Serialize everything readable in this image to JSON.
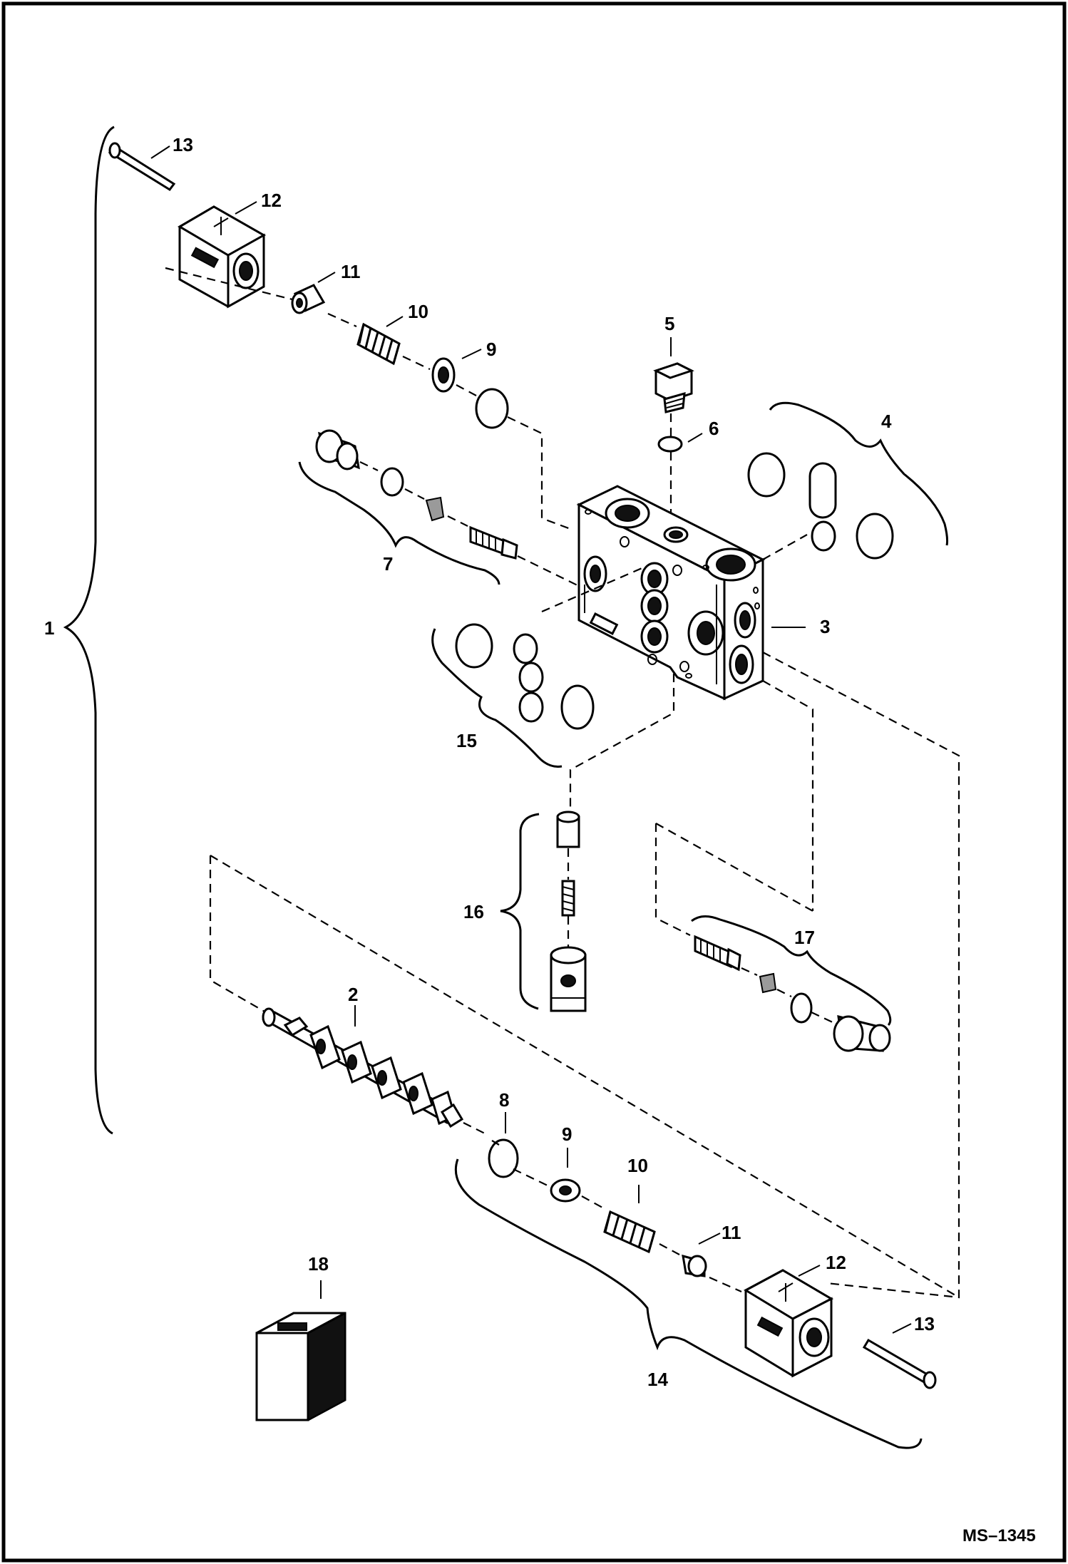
{
  "drawing_ref": "MS–1345",
  "labels": {
    "p1": "1",
    "p2": "2",
    "p3": "3",
    "p4": "4",
    "p5": "5",
    "p6": "6",
    "p7": "7",
    "p8": "8",
    "p9a": "9",
    "p9b": "9",
    "p10a": "10",
    "p10b": "10",
    "p11a": "11",
    "p11b": "11",
    "p12a": "12",
    "p12b": "12",
    "p13a": "13",
    "p13b": "13",
    "p14": "14",
    "p15": "15",
    "p16": "16",
    "p17": "17",
    "p18": "18"
  }
}
